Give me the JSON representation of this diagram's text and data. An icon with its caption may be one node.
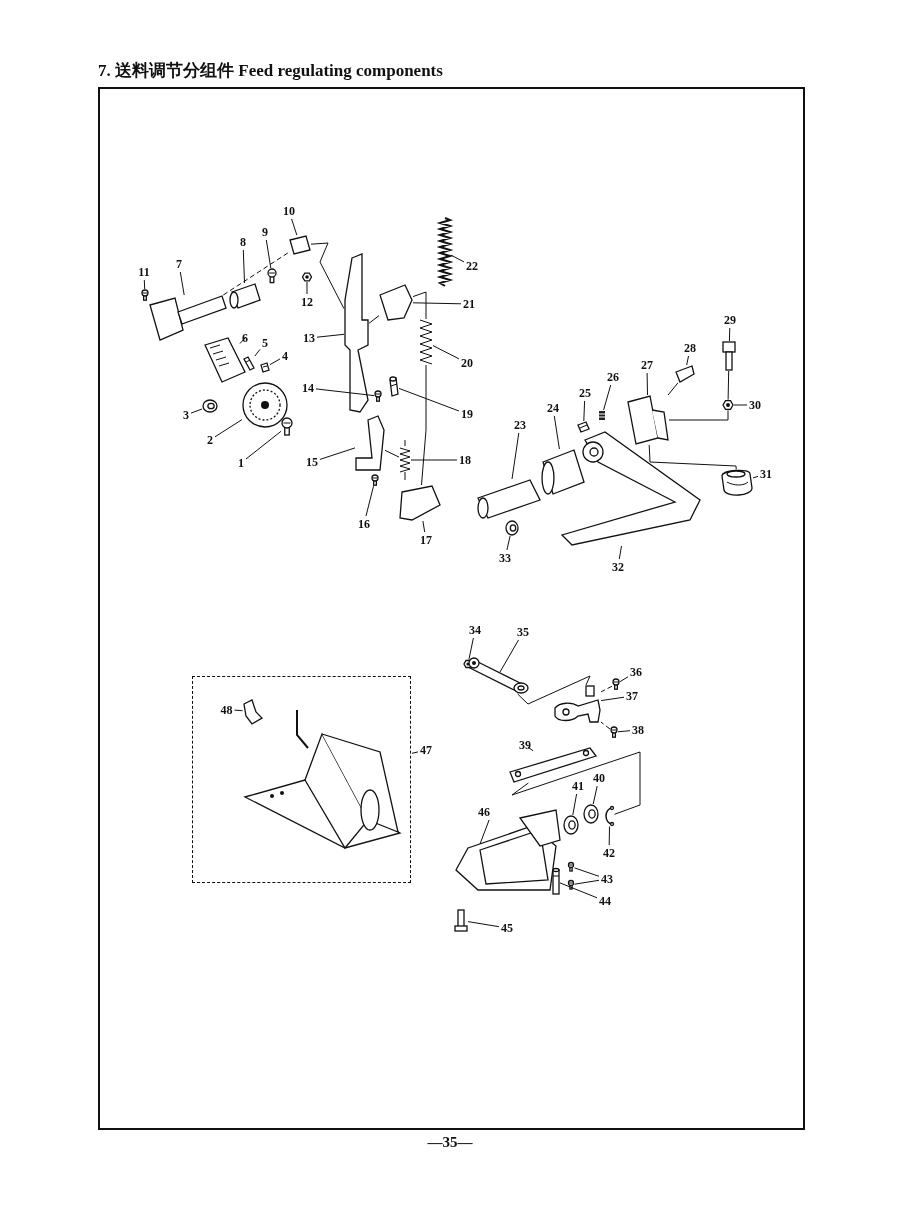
{
  "diagram": {
    "title": "7. 送料调节分组件 Feed regulating components",
    "nodes": [
      {
        "text": [
          "1"
        ]
      },
      {
        "text": [
          "2"
        ]
      },
      {
        "text": [
          "3"
        ]
      },
      {
        "text": [
          "4"
        ]
      },
      {
        "text": [
          "5"
        ]
      },
      {
        "text": [
          "6"
        ]
      },
      {
        "text": [
          "7"
        ]
      },
      {
        "text": [
          "8"
        ]
      },
      {
        "text": [
          "9"
        ]
      },
      {
        "text": [
          "10"
        ]
      },
      {
        "text": [
          "11"
        ]
      },
      {
        "text": [
          "12"
        ]
      },
      {
        "text": [
          "13"
        ]
      },
      {
        "text": [
          "14"
        ]
      },
      {
        "text": [
          "15"
        ]
      },
      {
        "text": [
          "16"
        ]
      },
      {
        "text": [
          "17"
        ]
      },
      {
        "text": [
          "18"
        ]
      },
      {
        "text": [
          "19"
        ]
      },
      {
        "text": [
          "20"
        ]
      },
      {
        "text": [
          "21"
        ]
      },
      {
        "text": [
          "22"
        ]
      },
      {
        "text": [
          "23"
        ]
      },
      {
        "text": [
          "24"
        ]
      },
      {
        "text": [
          "25"
        ]
      },
      {
        "text": [
          "26"
        ]
      },
      {
        "text": [
          "27"
        ]
      },
      {
        "text": [
          "28"
        ]
      },
      {
        "text": [
          "29"
        ]
      },
      {
        "text": [
          "30"
        ]
      },
      {
        "text": [
          "31"
        ]
      },
      {
        "text": [
          "32"
        ]
      },
      {
        "text": [
          "33"
        ]
      },
      {
        "text": [
          "34"
        ]
      },
      {
        "text": [
          "35"
        ]
      },
      {
        "text": [
          "36"
        ]
      },
      {
        "text": [
          "37"
        ]
      },
      {
        "text": [
          "38"
        ]
      },
      {
        "text": [
          "39"
        ]
      },
      {
        "text": [
          "40"
        ]
      },
      {
        "text": [
          "41"
        ]
      },
      {
        "text": [
          "42"
        ]
      },
      {
        "text": [
          "43"
        ]
      },
      {
        "text": [
          "44"
        ]
      },
      {
        "text": [
          "45"
        ]
      },
      {
        "text": [
          "46"
        ]
      },
      {
        "text": [
          "47"
        ]
      },
      {
        "text": [],
        "shape": "box"
      },
      {
        "text": [
          "48"
        ],
        "in": 47
      },
      {
        "text": [],
        "shape": "picture"
      },
      {
        "text": [],
        "shape": "picture"
      },
      {
        "text": [],
        "shape": "picture"
      },
      {
        "text": [],
        "shape": "picture"
      },
      {
        "text": [],
        "shape": "picture"
      },
      {
        "text": [],
        "shape": "picture"
      },
      {
        "text": [],
        "shape": "picture"
      },
      {
        "text": [],
        "shape": "picture"
      },
      {
        "text": [],
        "shape": "picture"
      },
      {
        "text": [],
        "shape": "picture"
      },
      {
        "text": [],
        "shape": "picture"
      },
      {
        "text": [],
        "shape": "picture"
      },
      {
        "text": [],
        "shape": "picture"
      },
      {
        "text": [],
        "shape": "picture"
      },
      {
        "text": [],
        "shape": "picture"
      },
      {
        "text": [],
        "shape": "picture"
      },
      {
        "text": [],
        "shape": "picture"
      },
      {
        "text": [],
        "shape": "picture"
      },
      {
        "text": [],
        "shape": "picture"
      },
      {
        "text": [],
        "shape": "picture"
      },
      {
        "text": [],
        "shape": "picture"
      },
      {
        "text": [],
        "shape": "picture"
      },
      {
        "text": [],
        "shape": "picture"
      },
      {
        "text": [],
        "shape": "picture"
      },
      {
        "text": [],
        "shape": "picture"
      },
      {
        "text": [],
        "shape": "picture"
      },
      {
        "text": [],
        "shape": "picture"
      },
      {
        "text": [],
        "shape": "picture"
      },
      {
        "text": [],
        "shape": "picture"
      },
      {
        "text": [],
        "shape": "picture"
      },
      {
        "text": [],
        "shape": "picture"
      },
      {
        "text": [],
        "shape": "picture"
      },
      {
        "text": [],
        "shape": "picture"
      },
      {
        "text": [],
        "shape": "picture"
      },
      {
        "text": [],
        "shape": "picture"
      },
      {
        "text": [],
        "shape": "picture"
      },
      {
        "text": [],
        "shape": "picture"
      },
      {
        "text": [],
        "shape": "picture"
      },
      {
        "text": [],
        "shape": "picture"
      },
      {
        "text": [],
        "shape": "picture"
      },
      {
        "text": [],
        "shape": "picture"
      },
      {
        "text": [],
        "shape": "picture"
      },
      {
        "text": [],
        "shape": "picture"
      },
      {
        "text": [],
        "shape": "picture"
      },
      {
        "text": [],
        "shape": "picture"
      },
      {
        "text": [],
        "shape": "picture"
      },
      {
        "text": [],
        "shape": "picture"
      },
      {
        "text": [],
        "shape": "picture",
        "in": 47
      }
    ],
    "edges": [
      {
        "from": 0,
        "to": 49,
        "arrow": "none"
      },
      {
        "from": 1,
        "to": 50,
        "arrow": "none"
      },
      {
        "from": 2,
        "to": 51,
        "arrow": "none"
      },
      {
        "from": 3,
        "to": 52,
        "arrow": "none"
      },
      {
        "from": 4,
        "to": 53,
        "arrow": "none"
      },
      {
        "from": 5,
        "to": 54,
        "arrow": "none"
      },
      {
        "from": 6,
        "to": 55,
        "arrow": "none"
      },
      {
        "from": 7,
        "to": 56,
        "arrow": "none"
      },
      {
        "from": 8,
        "to": 57,
        "arrow": "none"
      },
      {
        "from": 9,
        "to": 58,
        "arrow": "none"
      },
      {
        "from": 10,
        "to": 59,
        "arrow": "none"
      },
      {
        "from": 11,
        "to": 60,
        "arrow": "none"
      },
      {
        "from": 12,
        "to": 61,
        "arrow": "none"
      },
      {
        "from": 13,
        "to": 62,
        "arrow": "none"
      },
      {
        "from": 14,
        "to": 63,
        "arrow": "none"
      },
      {
        "from": 15,
        "to": 64,
        "arrow": "none"
      },
      {
        "from": 16,
        "to": 65,
        "arrow": "none"
      },
      {
        "from": 17,
        "to": 66,
        "arrow": "none"
      },
      {
        "from": 18,
        "to": 67,
        "arrow": "none"
      },
      {
        "from": 19,
        "to": 68,
        "arrow": "none"
      },
      {
        "from": 20,
        "to": 69,
        "arrow": "none"
      },
      {
        "from": 21,
        "to": 70,
        "arrow": "none"
      },
      {
        "from": 22,
        "to": 71,
        "arrow": "none"
      },
      {
        "from": 23,
        "to": 72,
        "arrow": "none"
      },
      {
        "from": 24,
        "to": 73,
        "arrow": "none"
      },
      {
        "from": 25,
        "to": 74,
        "arrow": "none"
      },
      {
        "from": 26,
        "to": 75,
        "arrow": "none"
      },
      {
        "from": 27,
        "to": 76,
        "arrow": "none"
      },
      {
        "from": 28,
        "to": 77,
        "arrow": "none"
      },
      {
        "from": 29,
        "to": 78,
        "arrow": "none"
      },
      {
        "from": 30,
        "to": 79,
        "arrow": "none"
      },
      {
        "from": 31,
        "to": 80,
        "arrow": "none"
      },
      {
        "from": 32,
        "to": 81,
        "arrow": "none"
      },
      {
        "from": 33,
        "to": 82,
        "arrow": "none"
      },
      {
        "from": 34,
        "to": 83,
        "arrow": "none"
      },
      {
        "from": 35,
        "to": 84,
        "arrow": "none"
      },
      {
        "from": 36,
        "to": 85,
        "arrow": "none"
      },
      {
        "from": 37,
        "to": 86,
        "arrow": "none"
      },
      {
        "from": 38,
        "to": 87,
        "arrow": "none"
      },
      {
        "from": 39,
        "to": 88,
        "arrow": "none"
      },
      {
        "from": 40,
        "to": 89,
        "arrow": "none"
      },
      {
        "from": 41,
        "to": 90,
        "arrow": "none"
      },
      {
        "from": 42,
        "to": 91,
        "arrow": "none"
      },
      {
        "from": 42,
        "to": 92,
        "arrow": "none"
      },
      {
        "from": 43,
        "to": 93,
        "arrow": "none"
      },
      {
        "from": 44,
        "to": 94,
        "arrow": "none"
      },
      {
        "from": 45,
        "to": 95,
        "arrow": "none"
      },
      {
        "from": 46,
        "to": 47,
        "arrow": "none"
      },
      {
        "from": 48,
        "to": 96,
        "arrow": "none"
      },
      {
        "from": 55,
        "to": 58,
        "arrow": "none",
        "style": "dashed"
      },
      {
        "from": 58,
        "to": 61,
        "arrow": "none"
      },
      {
        "from": 61,
        "to": 69,
        "arrow": "none"
      },
      {
        "from": 69,
        "to": 68,
        "arrow": "none"
      },
      {
        "from": 68,
        "to": 65,
        "arrow": "none"
      },
      {
        "from": 63,
        "to": 66,
        "arrow": "none"
      },
      {
        "from": 75,
        "to": 78,
        "arrow": "none"
      },
      {
        "from": 75,
        "to": 79,
        "arrow": "none"
      },
      {
        "from": 76,
        "to": 75,
        "arrow": "none"
      },
      {
        "from": 77,
        "to": 78,
        "arrow": "none"
      },
      {
        "from": 83,
        "to": 85,
        "arrow": "none"
      },
      {
        "from": 87,
        "to": 90,
        "arrow": "none"
      },
      {
        "from": 84,
        "to": 85,
        "arrow": "none",
        "style": "dashed"
      },
      {
        "from": 86,
        "to": 85,
        "arrow": "none",
        "style": "dashed"
      }
    ],
    "labels": [
      "—35—"
    ]
  }
}
